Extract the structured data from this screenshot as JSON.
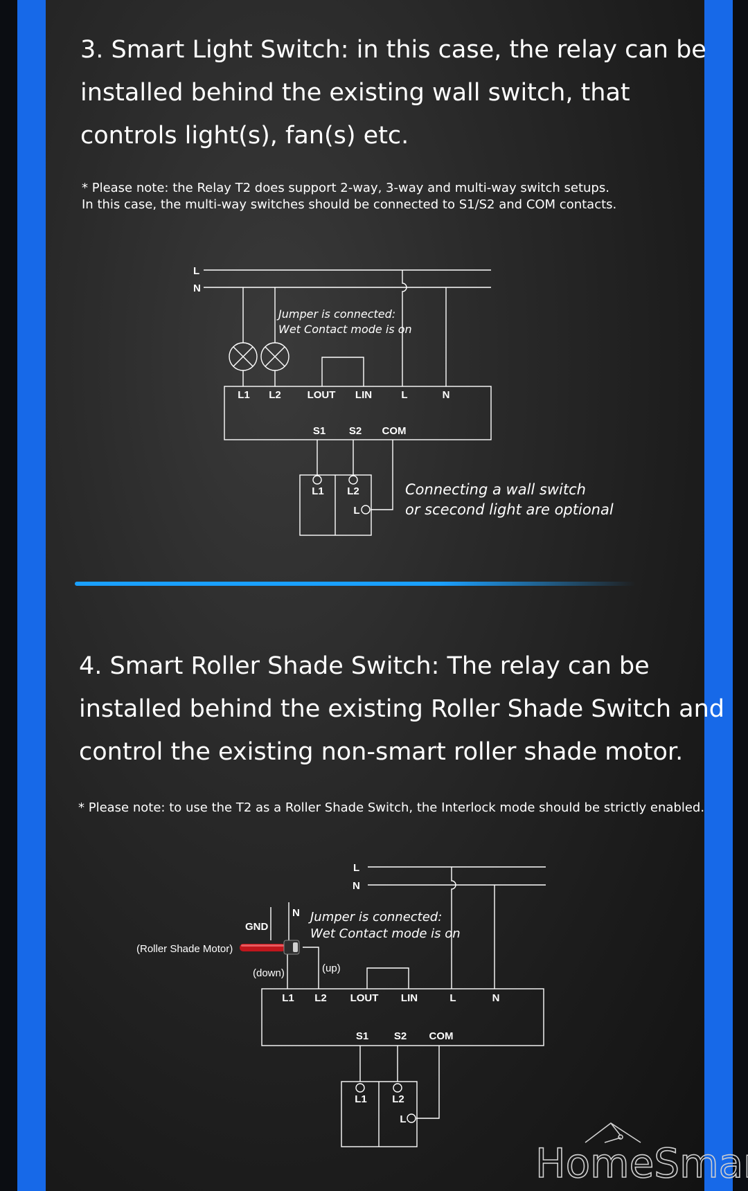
{
  "section3": {
    "heading_lines": [
      "3. Smart Light  Switch: in this case, the relay can be",
      "installed behind the existing wall switch, that",
      "controls light(s), fan(s) etc."
    ],
    "note_lines": [
      "* Please note: the Relay T2 does support 2-way, 3-way and multi-way switch setups.",
      "In this case, the multi-way switches should be connected to S1/S2 and COM contacts."
    ],
    "diagram": {
      "line_l": "L",
      "line_n": "N",
      "jumper_line1": "Jumper is connected:",
      "jumper_line2": "Wet Contact mode is on",
      "terminals_top": [
        "L1",
        "L2",
        "LOUT",
        "LIN",
        "L",
        "N"
      ],
      "terminals_bottom": [
        "S1",
        "S2",
        "COM"
      ],
      "switch_labels": [
        "L1",
        "L2",
        "L"
      ],
      "optional_line1": "Connecting a wall switch",
      "optional_line2": "or scecond light are optional"
    }
  },
  "section4": {
    "heading_lines": [
      "4. Smart Roller Shade Switch: The relay can be",
      "installed behind the existing Roller Shade Switch and",
      "control the existing non-smart roller shade motor."
    ],
    "note_lines": [
      "* Please note: to use the T2 as a Roller Shade Switch, the Interlock mode should be strictly enabled."
    ],
    "diagram": {
      "line_l": "L",
      "line_n": "N",
      "motor_n": "N",
      "gnd": "GND",
      "motor_label": "(Roller Shade Motor)",
      "down_label": "(down)",
      "up_label": "(up)",
      "jumper_line1": "Jumper is connected:",
      "jumper_line2": "Wet Contact mode is on",
      "terminals_top": [
        "L1",
        "L2",
        "LOUT",
        "LIN",
        "L",
        "N"
      ],
      "terminals_bottom": [
        "S1",
        "S2",
        "COM"
      ],
      "switch_labels": [
        "L1",
        "L2",
        "L"
      ]
    }
  },
  "logo": {
    "text": "HomeSmart"
  },
  "colors": {
    "frame_blue": "#1769e8",
    "divider_blue": "#1aa0ff",
    "motor_red": "#c0161c"
  }
}
